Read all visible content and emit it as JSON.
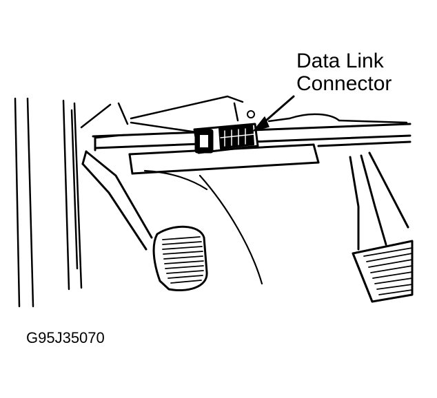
{
  "callout": {
    "line1": "Data Link",
    "line2": "Connector"
  },
  "figure_id": "G95J35070",
  "colors": {
    "ink": "#000000",
    "paper": "#ffffff"
  }
}
